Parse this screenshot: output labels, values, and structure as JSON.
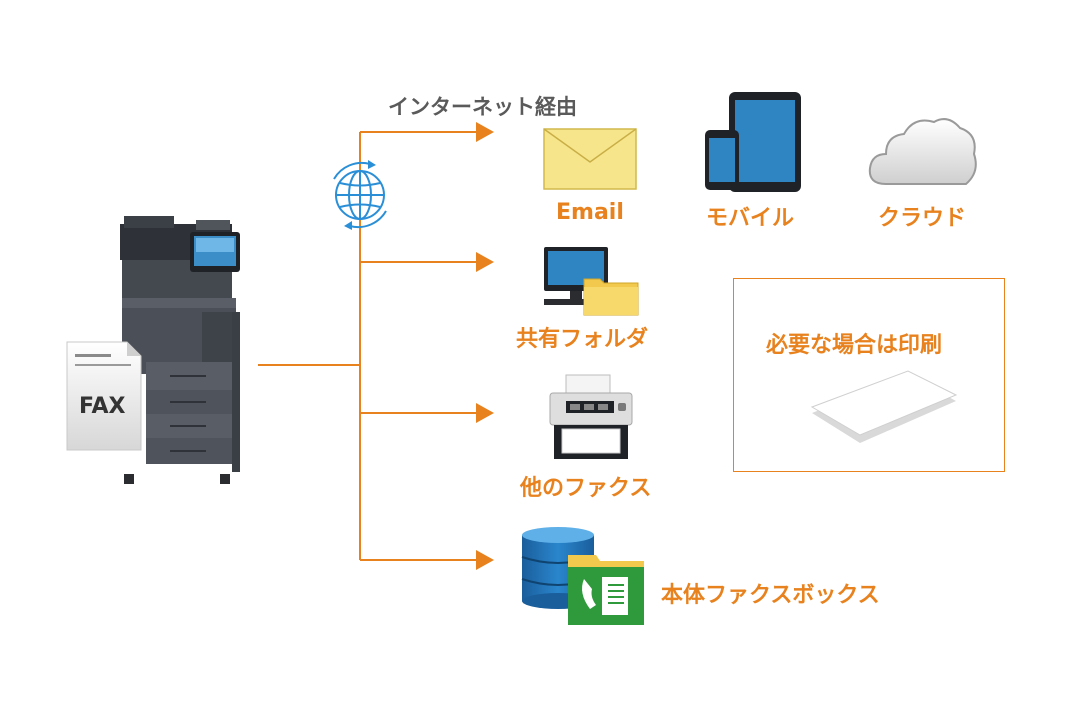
{
  "fax_sheet": {
    "label": "FAX"
  },
  "internet": {
    "label": "インターネット経由"
  },
  "destinations": {
    "email": "Email",
    "mobile": "モバイル",
    "cloud": "クラウド",
    "shared_folder": "共有フォルダ",
    "other_fax": "他のファクス",
    "fax_box": "本体ファクスボックス"
  },
  "print_box": {
    "label": "必要な場合は印刷"
  },
  "colors": {
    "accent": "#e8821e",
    "label_gray": "#5a5a5a",
    "globe_blue": "#2a8fd6"
  }
}
